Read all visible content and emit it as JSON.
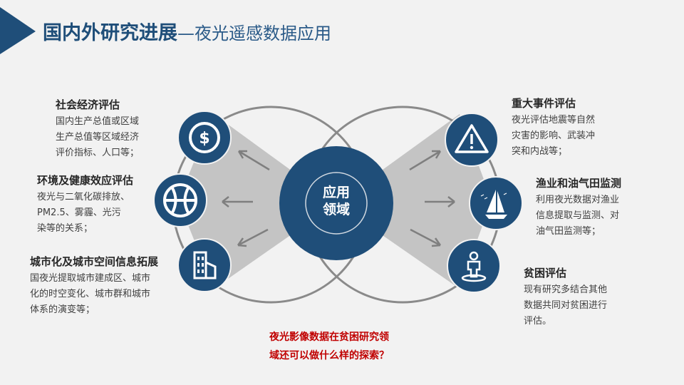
{
  "title": {
    "main": "国内外研究进展",
    "sub": "—夜光遥感数据应用"
  },
  "center": {
    "line1": "应用",
    "line2": "领域"
  },
  "colors": {
    "navy": "#1f4e79",
    "wedge": "#c4c4c4",
    "ring": "#8a8a8a",
    "question": "#c00000"
  },
  "left_items": [
    {
      "icon": "dollar-coin-icon",
      "heading": "社会经济评估",
      "lines": [
        "国内生产总值或区域",
        "生产总值等区域经济",
        "评价指标、人口等；"
      ]
    },
    {
      "icon": "ball-icon",
      "heading": "环境及健康效应评估",
      "lines": [
        "夜光与二氧化碳排放、",
        "PM2.5、雾霾、光污",
        "染等的关系；"
      ]
    },
    {
      "icon": "building-icon",
      "heading": "城市化及城市空间信息拓展",
      "lines": [
        "国夜光提取城市建成区、城市",
        "化的时空变化、城市群和城市",
        "体系的演变等；"
      ]
    }
  ],
  "right_items": [
    {
      "icon": "warning-icon",
      "heading": "重大事件评估",
      "lines": [
        "夜光评估地震等自然",
        "灾害的影响、武装冲",
        "突和内战等；"
      ]
    },
    {
      "icon": "sailboat-icon",
      "heading": "渔业和油气田监测",
      "lines": [
        "利用夜光数据对渔业",
        "信息提取与监测、对",
        "油气田监测等；"
      ]
    },
    {
      "icon": "person-icon",
      "heading": "贫困评估",
      "lines": [
        "现有研究多结合其他",
        "数据共同对贫困进行",
        "评估。"
      ]
    }
  ],
  "question": {
    "line1": "夜光影像数据在贫困研究领",
    "line2": "域还可以做什么样的探索？"
  }
}
